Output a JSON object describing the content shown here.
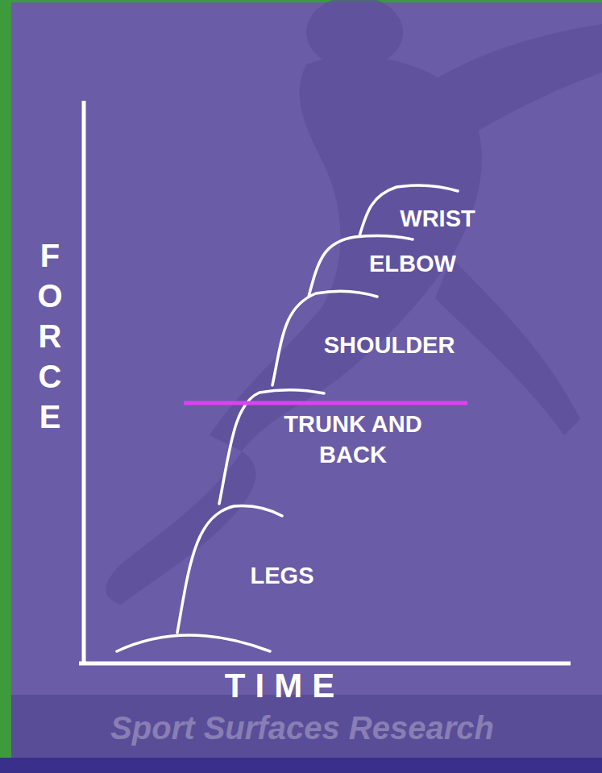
{
  "diagram": {
    "labels": [
      "FORCE",
      "TIME",
      "WRIST",
      "ELBOW",
      "SHOULDER",
      "TRUNK AND BACK",
      "LEGS",
      "Sport Surfaces Research"
    ]
  }
}
